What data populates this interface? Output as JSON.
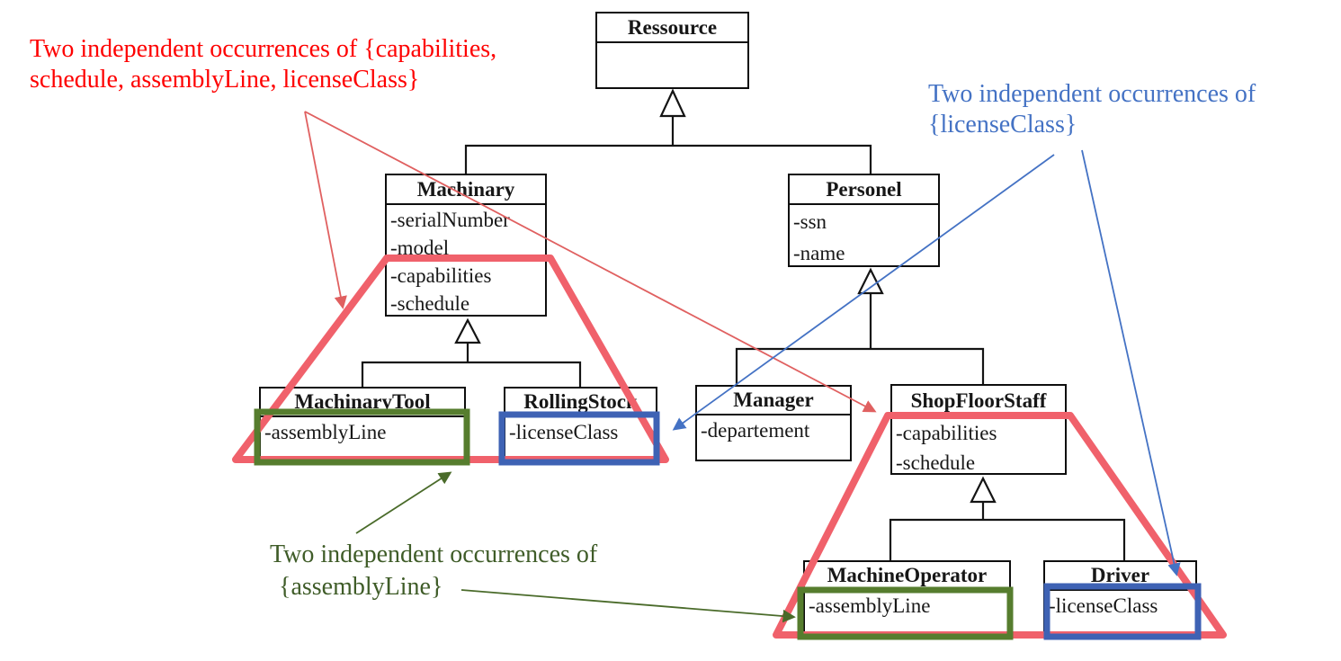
{
  "classes": {
    "ressource": {
      "name": "Ressource",
      "attributes": []
    },
    "machinary": {
      "name": "Machinary",
      "attributes": [
        "-serialNumber",
        "-model",
        "-capabilities",
        "-schedule"
      ]
    },
    "personel": {
      "name": "Personel",
      "attributes": [
        "-ssn",
        "-name"
      ]
    },
    "machinarytool": {
      "name": "MachinaryTool",
      "attributes": [
        "-assemblyLine"
      ]
    },
    "rollingstock": {
      "name": "RollingStock",
      "attributes": [
        "-licenseClass"
      ]
    },
    "manager": {
      "name": "Manager",
      "attributes": [
        "-departement"
      ]
    },
    "shopfloorstaff": {
      "name": "ShopFloorStaff",
      "attributes": [
        "-capabilities",
        "-schedule"
      ]
    },
    "machineoperator": {
      "name": "MachineOperator",
      "attributes": [
        "-assemblyLine"
      ]
    },
    "driver": {
      "name": "Driver",
      "attributes": [
        "-licenseClass"
      ]
    }
  },
  "annotations": {
    "red_note": {
      "line1": "Two independent occurrences of {capabilities,",
      "line2": "schedule, assemblyLine, licenseClass}",
      "color": "#fe0000"
    },
    "blue_note": {
      "line1": "Two independent occurrences of",
      "line2": "{licenseClass}",
      "color": "#4472c4"
    },
    "green_note": {
      "line1": "Two independent occurrences of",
      "line2": "{assemblyLine}",
      "color": "#3f5c28"
    }
  },
  "highlights": {
    "red_region_color": "#f0616b",
    "red_arrow_color": "#e06060",
    "green_box_color": "#567d2e",
    "green_arrow_color": "#4a6b2a",
    "blue_box_color": "#3e62b4",
    "blue_arrow_color": "#4472c4",
    "connector_color": "#141414"
  }
}
